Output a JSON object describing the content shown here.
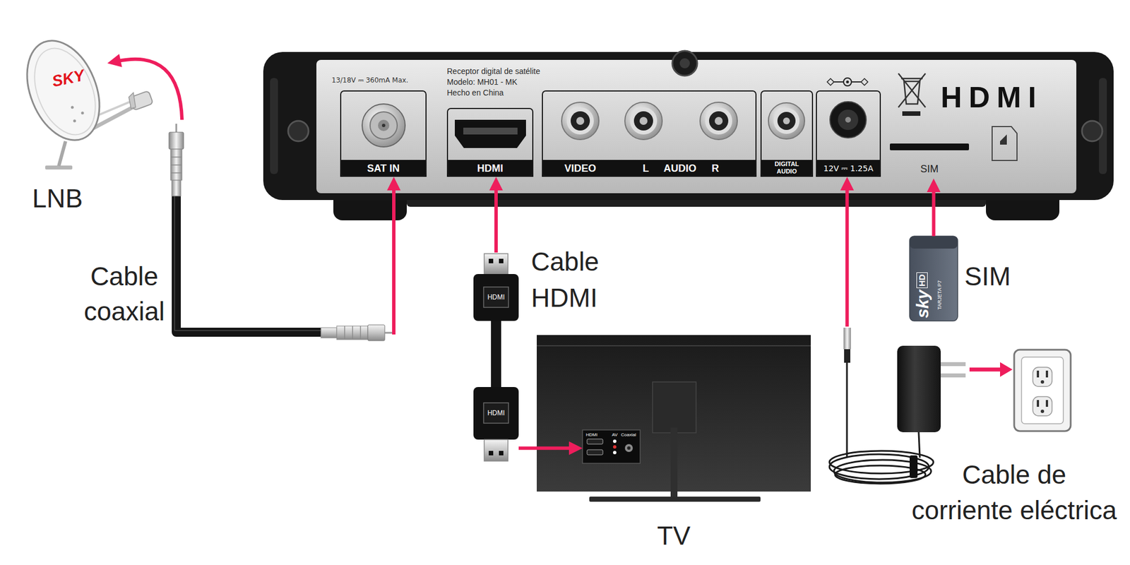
{
  "diagram": {
    "nodes": [
      {
        "text": [
          "13/18V ⎓ 360mA Max.",
          "Receptor digital de satélite",
          "Modelo: MH01 - MK",
          "Hecho en China",
          "HDMI"
        ]
      },
      {
        "text": [
          "SAT IN"
        ],
        "in": 0
      },
      {
        "text": [
          "HDMI"
        ],
        "in": 0
      },
      {
        "text": [
          "VIDEO",
          "L AUDIO R"
        ],
        "in": 0
      },
      {
        "text": [
          "DIGITAL AUDIO"
        ],
        "in": 0
      },
      {
        "text": [
          "12V ⎓ 1.25A"
        ],
        "in": 0
      },
      {
        "text": [
          "SIM"
        ],
        "in": 0
      },
      {
        "text": [
          "SKY",
          "LNB"
        ]
      },
      {
        "text": [
          "Cable coaxial"
        ]
      },
      {
        "text": [
          "Cable HDMI"
        ]
      },
      {
        "text": [
          "HDMI"
        ],
        "in": 9
      },
      {
        "text": [
          "HDMI"
        ],
        "in": 9
      },
      {
        "text": [
          "TV"
        ]
      },
      {
        "text": [
          "HDMI",
          "AV",
          "Coaxial"
        ],
        "in": 12
      },
      {
        "text": [
          "Cable de corriente eléctrica"
        ]
      },
      {
        "text": [
          "sky",
          "HD",
          "TARJETA P7",
          "SIM"
        ]
      }
    ],
    "edges": [
      {
        "from": 8,
        "to": 7,
        "arrow": "to"
      },
      {
        "from": 8,
        "to": 1,
        "arrow": "to"
      },
      {
        "from": 10,
        "to": 2,
        "arrow": "to"
      },
      {
        "from": 11,
        "to": 13,
        "arrow": "to"
      },
      {
        "from": 14,
        "to": 5,
        "arrow": "to"
      },
      {
        "from": 15,
        "to": 6,
        "arrow": "to"
      }
    ]
  }
}
